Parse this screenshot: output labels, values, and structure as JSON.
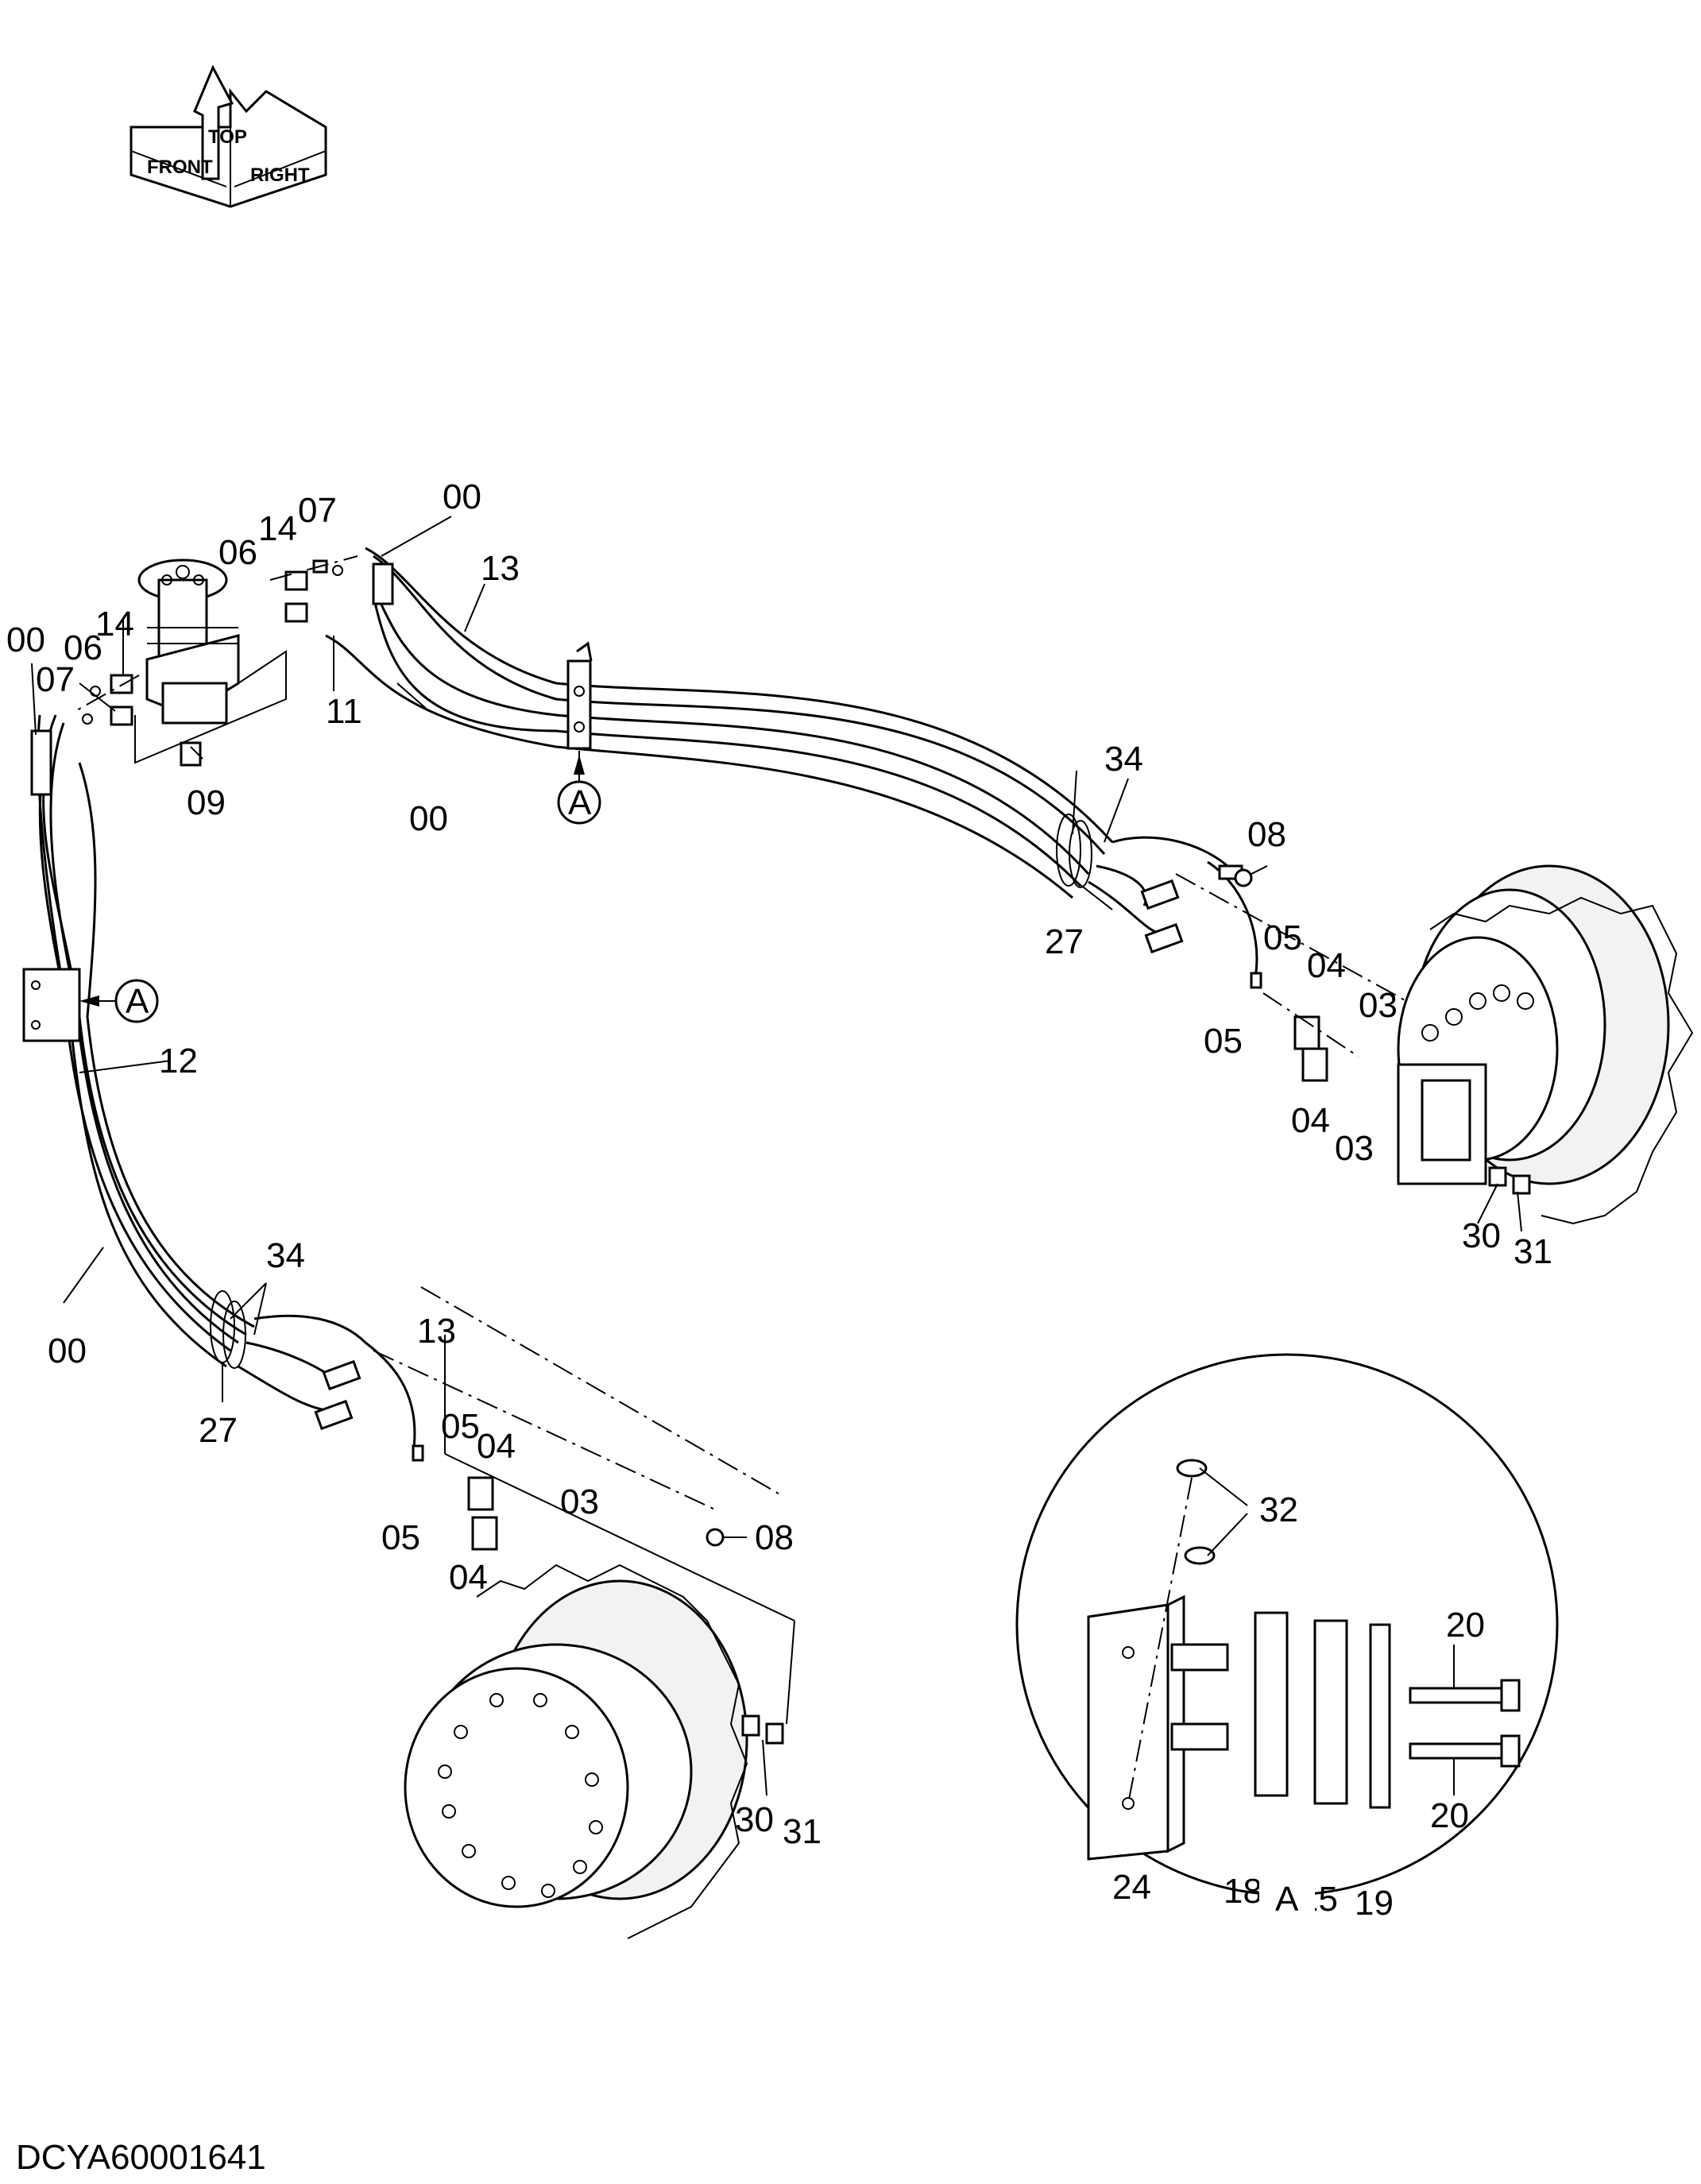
{
  "document_code": "DCYA60001641",
  "orientation": {
    "top": "TOP",
    "front": "FRONT",
    "right": "RIGHT"
  },
  "detail_label": "A",
  "callouts": {
    "c00a": "00",
    "c00b": "00",
    "c00c": "00",
    "c00d": "00",
    "c13a": "13",
    "c13b": "13",
    "c14a": "14",
    "c14b": "14",
    "c07a": "07",
    "c07b": "07",
    "c06a": "06",
    "c06b": "06",
    "c09": "09",
    "c11": "11",
    "c12": "12",
    "cA1": "A",
    "cA2": "A",
    "c34a": "34",
    "c34b": "34",
    "c27a": "27",
    "c27b": "27",
    "c08a": "08",
    "c08b": "08",
    "c05a": "05",
    "c05b": "05",
    "c05c": "05",
    "c05d": "05",
    "c04a": "04",
    "c04b": "04",
    "c04c": "04",
    "c04d": "04",
    "c03a": "03",
    "c03b": "03",
    "c03c": "03",
    "c30a": "30",
    "c30b": "30",
    "c31a": "31",
    "c31b": "31",
    "c32": "32",
    "c20a": "20",
    "c20b": "20",
    "c24": "24",
    "c18": "18",
    "c15": "15",
    "c19": "19"
  }
}
